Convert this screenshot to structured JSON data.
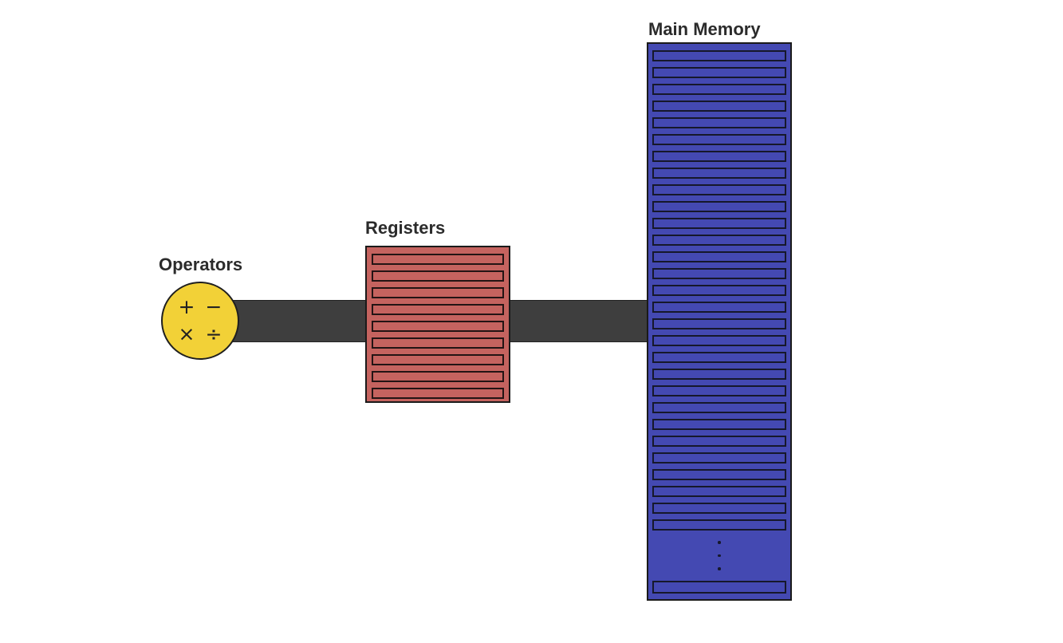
{
  "operators": {
    "label": "Operators",
    "symbols": [
      [
        "+",
        "−"
      ],
      [
        "×",
        "÷"
      ]
    ],
    "fill": "#F2D137"
  },
  "registers": {
    "label": "Registers",
    "slot_count": 9,
    "fill": "#C5635F"
  },
  "main_memory": {
    "label": "Main Memory",
    "slot_count": 29,
    "ellipsis_dot_count": 3,
    "bottom_slot_count": 1,
    "fill": "#4449B2"
  },
  "bus": {
    "color": "#3E3E3E"
  },
  "background": "#FFFFFF"
}
